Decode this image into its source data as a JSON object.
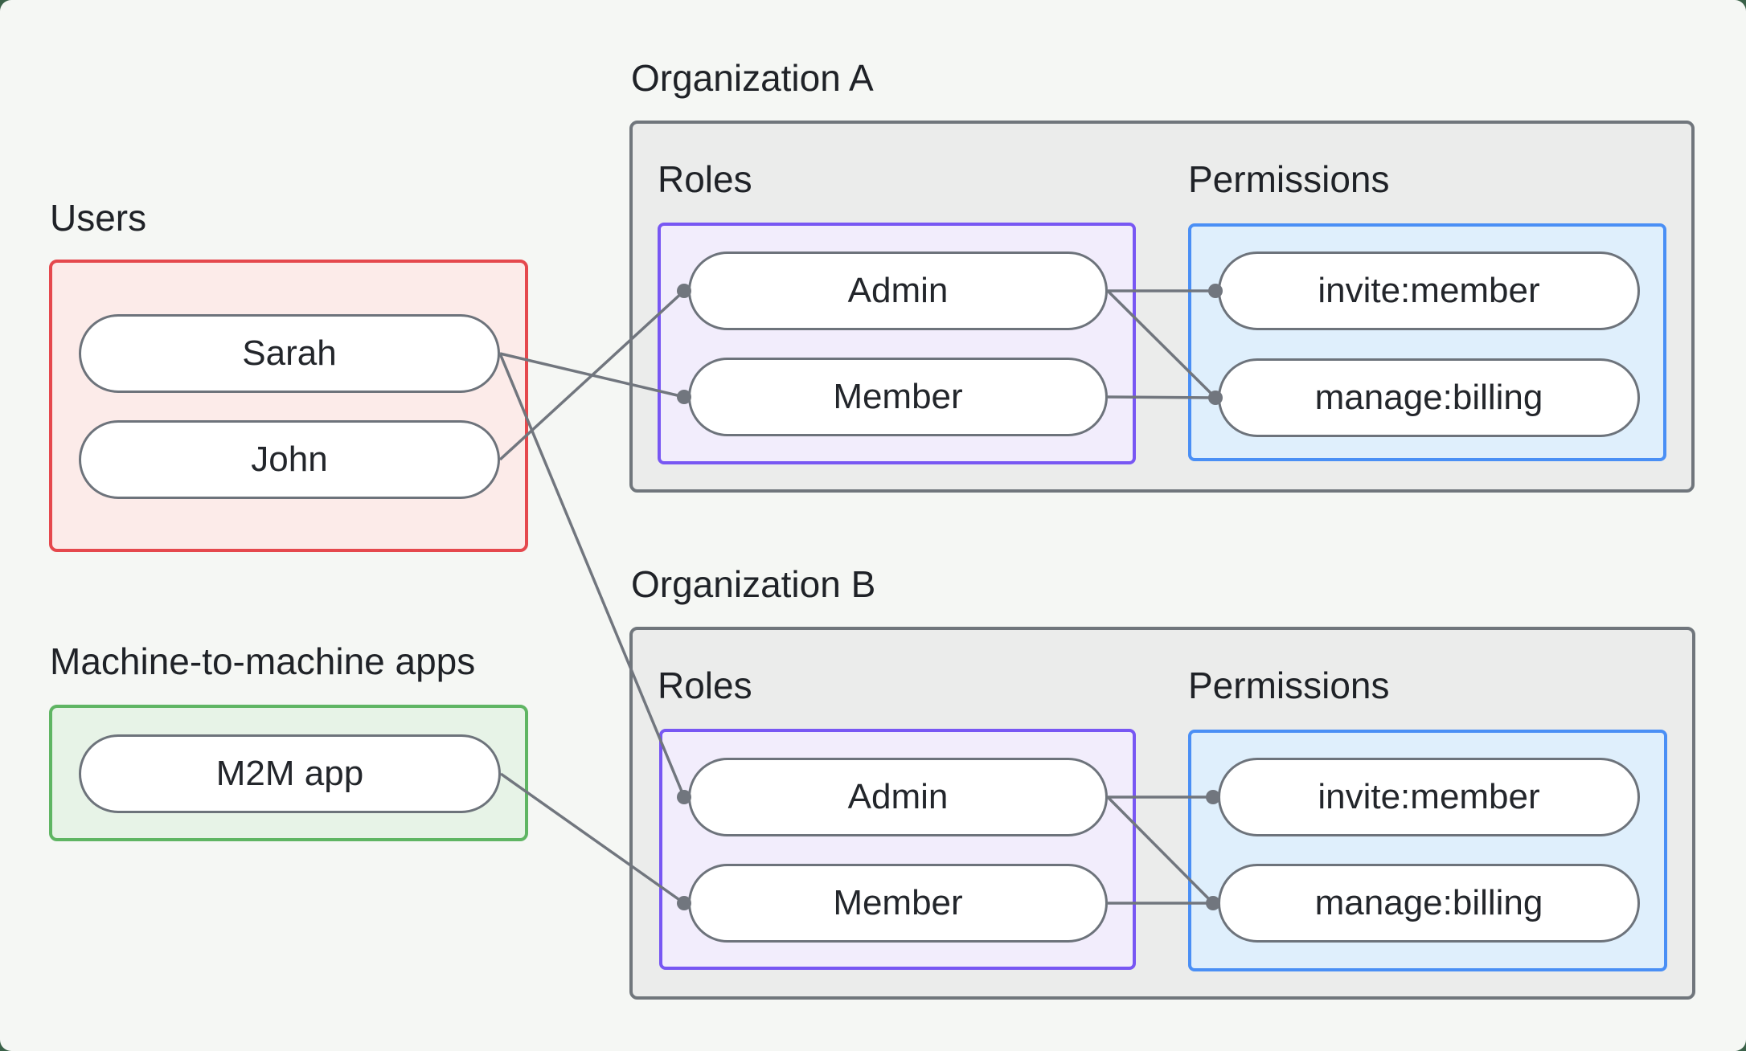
{
  "page": {
    "background": "#f5f7f4",
    "outer_background": "#3a6148"
  },
  "palette": {
    "wire": "#71767e",
    "org_box_border": "#70767c",
    "org_box_fill": "#ebeceb",
    "pill_border": "#6d737b",
    "pill_fill": "#ffffff",
    "text": "#1f2227",
    "users_accent": "#e5484d",
    "users_fill": "#fcebe9",
    "m2m_accent": "#5fb563",
    "m2m_fill": "#e7f3e7",
    "roles_accent": "#7857f3",
    "roles_fill": "#f2edfc",
    "permissions_accent": "#4a8ff5",
    "permissions_fill": "#dfeffc"
  },
  "users": {
    "label": "Users",
    "items": [
      {
        "id": "user-sarah",
        "label": "Sarah"
      },
      {
        "id": "user-john",
        "label": "John"
      }
    ]
  },
  "m2m": {
    "label": "Machine-to-machine apps",
    "items": [
      {
        "id": "app-m2m",
        "label": "M2M app"
      }
    ]
  },
  "orgs": [
    {
      "id": "orgA",
      "label": "Organization A",
      "roles_label": "Roles",
      "permissions_label": "Permissions",
      "roles": [
        {
          "id": "orgA-role-admin",
          "label": "Admin"
        },
        {
          "id": "orgA-role-member",
          "label": "Member"
        }
      ],
      "permissions": [
        {
          "id": "orgA-perm-invite",
          "label": "invite:member"
        },
        {
          "id": "orgA-perm-manage",
          "label": "manage:billing"
        }
      ]
    },
    {
      "id": "orgB",
      "label": "Organization B",
      "roles_label": "Roles",
      "permissions_label": "Permissions",
      "roles": [
        {
          "id": "orgB-role-admin",
          "label": "Admin"
        },
        {
          "id": "orgB-role-member",
          "label": "Member"
        }
      ],
      "permissions": [
        {
          "id": "orgB-perm-invite",
          "label": "invite:member"
        },
        {
          "id": "orgB-perm-manage",
          "label": "manage:billing"
        }
      ]
    }
  ],
  "connections": [
    {
      "from": "user-sarah",
      "to": "orgA-role-member"
    },
    {
      "from": "user-sarah",
      "to": "orgB-role-admin"
    },
    {
      "from": "user-john",
      "to": "orgA-role-admin"
    },
    {
      "from": "app-m2m",
      "to": "orgB-role-member"
    },
    {
      "from": "orgA-role-admin",
      "to": "orgA-perm-invite"
    },
    {
      "from": "orgA-role-admin",
      "to": "orgA-perm-manage"
    },
    {
      "from": "orgA-role-member",
      "to": "orgA-perm-manage"
    },
    {
      "from": "orgB-role-admin",
      "to": "orgB-perm-invite"
    },
    {
      "from": "orgB-role-admin",
      "to": "orgB-perm-manage"
    },
    {
      "from": "orgB-role-member",
      "to": "orgB-perm-manage"
    }
  ]
}
